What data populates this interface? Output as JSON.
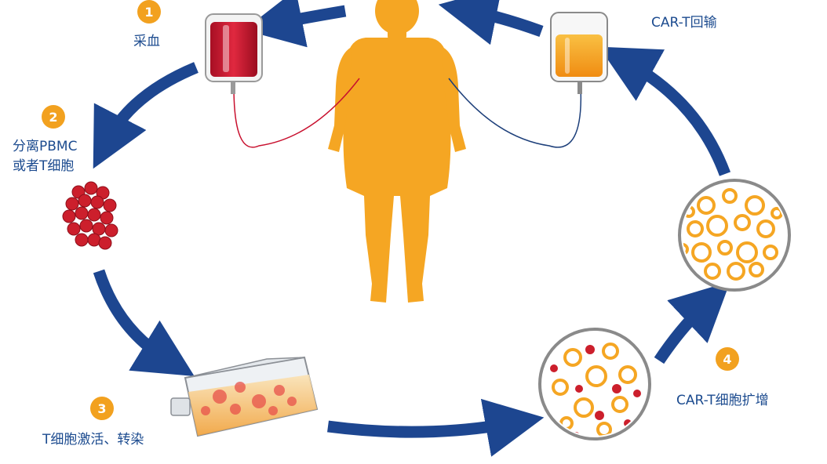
{
  "colors": {
    "arrow": "#1d4690",
    "body": "#f5a623",
    "blood": "#c8102e",
    "number_badge": "#f2a11f",
    "label_text": "#1c4b8f"
  },
  "steps": [
    {
      "number": "1",
      "label": "采血"
    },
    {
      "number": "2",
      "label_line1": "分离PBMC",
      "label_line2": "或者T细胞"
    },
    {
      "number": "3",
      "label": "T细胞激活、转染"
    },
    {
      "number": "4",
      "label": "CAR-T细胞扩增"
    },
    {
      "label": "CAR-T回输"
    }
  ]
}
